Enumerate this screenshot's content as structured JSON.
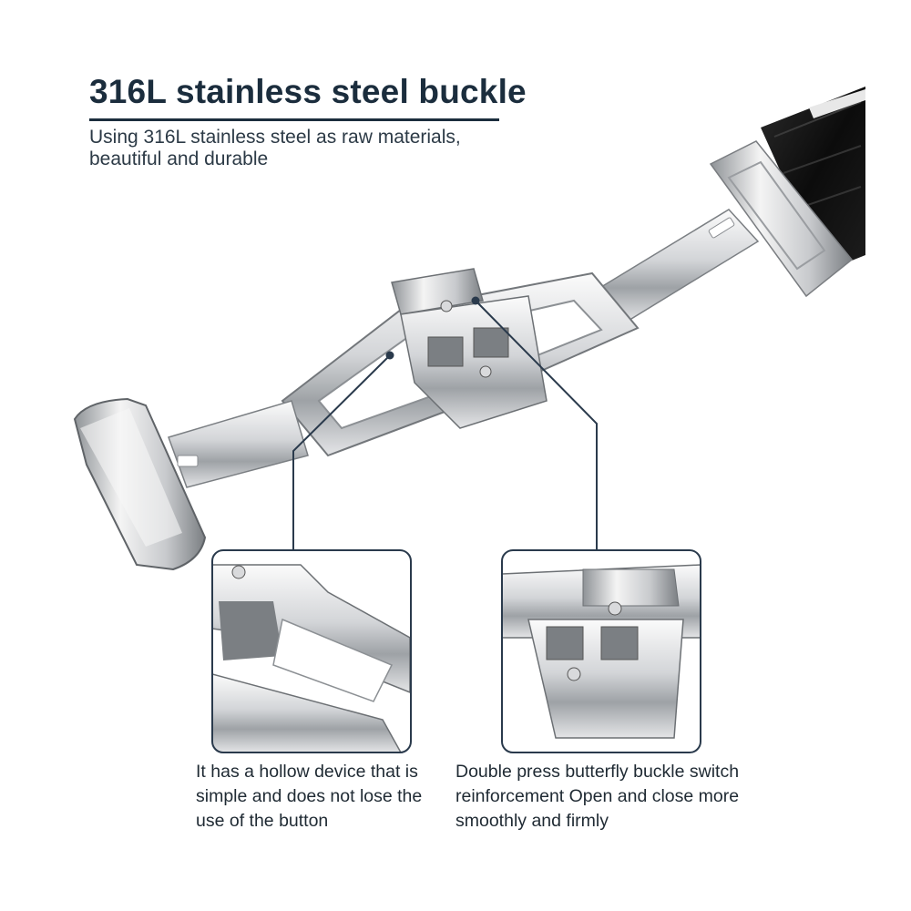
{
  "header": {
    "title": "316L stainless steel buckle",
    "subtitle": "Using 316L stainless steel as raw materials, beautiful and durable"
  },
  "callouts": [
    {
      "text": "It has a hollow device that is simple and does not lose the use of the button"
    },
    {
      "text": "Double press butterfly buckle switch reinforcement Open and close more smoothly and firmly"
    }
  ],
  "colors": {
    "text_dark": "#1b2d3d",
    "steel_light": "#f2f2f2",
    "steel_mid": "#b9bcc0",
    "steel_dark": "#6e7276",
    "strap": "#111111",
    "frame": "#2a3a4c"
  }
}
